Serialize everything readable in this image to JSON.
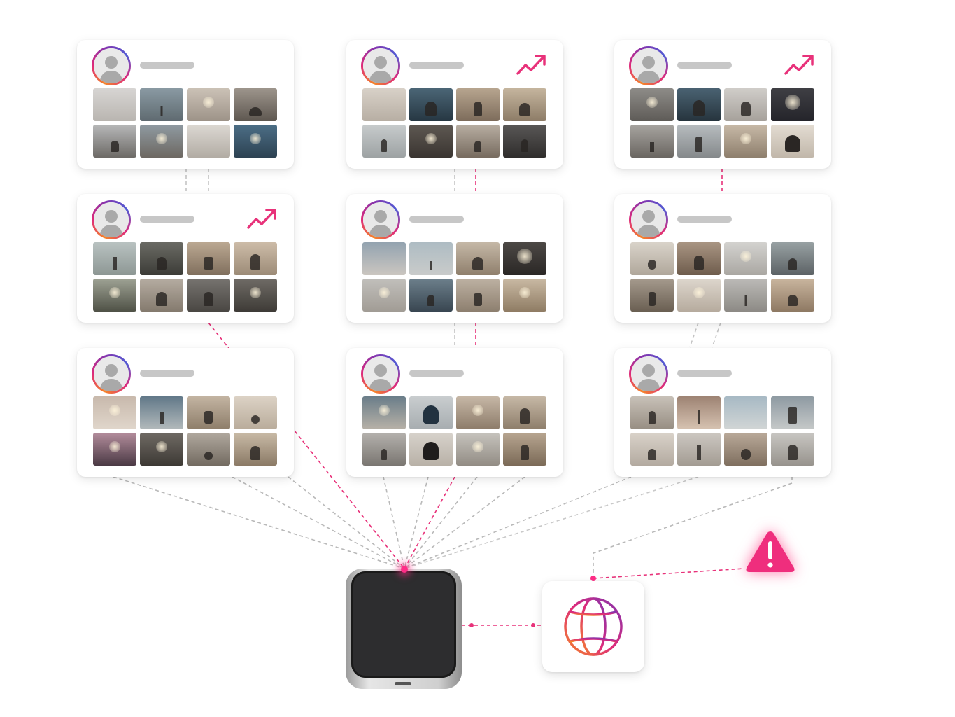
{
  "colors": {
    "accent": "#e8327a",
    "connector_gray": "#b9b9b9",
    "name_placeholder": "#c7c7c7",
    "card_bg": "#ffffff",
    "phone_screen": "#2d2d2f"
  },
  "profiles": [
    {
      "id": "r1c1",
      "trending": false,
      "photo_count": 8
    },
    {
      "id": "r1c2",
      "trending": true,
      "photo_count": 8
    },
    {
      "id": "r1c3",
      "trending": true,
      "photo_count": 8
    },
    {
      "id": "r2c1",
      "trending": true,
      "photo_count": 8
    },
    {
      "id": "r2c2",
      "trending": false,
      "photo_count": 8
    },
    {
      "id": "r2c3",
      "trending": false,
      "photo_count": 8
    },
    {
      "id": "r3c1",
      "trending": false,
      "photo_count": 8
    },
    {
      "id": "r3c2",
      "trending": false,
      "photo_count": 8
    },
    {
      "id": "r3c3",
      "trending": false,
      "photo_count": 8
    }
  ],
  "icons": {
    "avatar": "user-silhouette-icon",
    "trend": "trending-up-icon",
    "phone": "smartphone-icon",
    "globe": "globe-icon",
    "alert": "warning-triangle-icon"
  }
}
